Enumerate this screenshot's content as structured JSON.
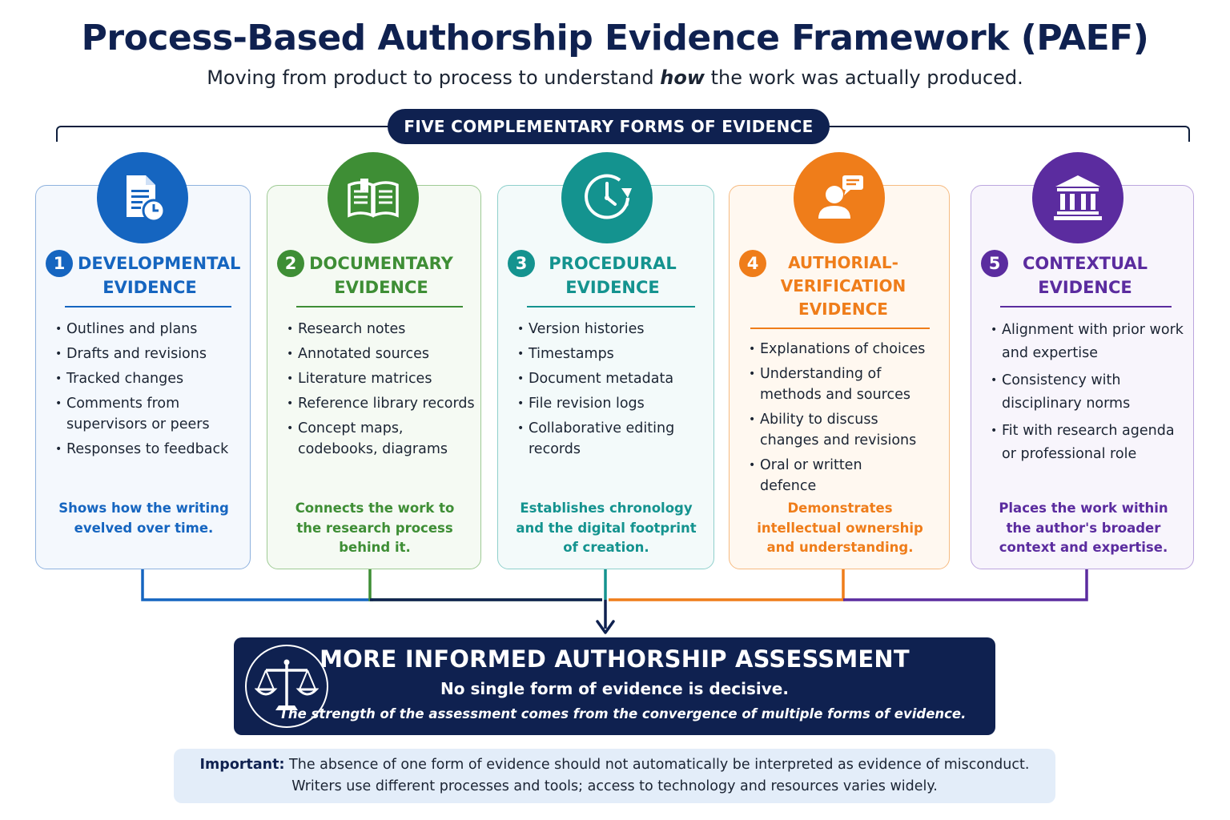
{
  "title": "Process-Based Authorship Evidence Framework (PAEF)",
  "subtitle": {
    "before": "Moving from product to process to understand ",
    "emphasis": "how",
    "after": " the work was actually produced."
  },
  "band_label": "FIVE COMPLEMENTARY FORMS OF EVIDENCE",
  "cards": [
    {
      "number": "1",
      "title": "DEVELOPMENTAL EVIDENCE",
      "icon": "document-clock-icon",
      "color": "#1565c0",
      "items": [
        "Outlines and plans",
        "Drafts and revisions",
        "Tracked changes",
        "Comments from supervisors or peers",
        "Responses to feedback"
      ],
      "summary": "Shows how the writing evelved over time."
    },
    {
      "number": "2",
      "title": "DOCUMENTARY EVIDENCE",
      "icon": "open-book-icon",
      "color": "#3e8e35",
      "items": [
        "Research notes",
        "Annotated sources",
        "Literature matrices",
        "Reference library records",
        "Concept maps, codebooks, diagrams"
      ],
      "summary": "Connects the work to the research process behind it."
    },
    {
      "number": "3",
      "title": "PROCEDURAL EVIDENCE",
      "icon": "clock-history-icon",
      "color": "#14938f",
      "items": [
        "Version histories",
        "Timestamps",
        "Document metadata",
        "File revision logs",
        "Collaborative editing records"
      ],
      "summary": "Establishes chronology and the digital footprint of creation."
    },
    {
      "number": "4",
      "title": "AUTHORIAL- VERIFICATION EVIDENCE",
      "icon": "person-speech-icon",
      "color": "#ef7d1a",
      "items": [
        "Explanations of choices",
        "Understanding of methods and sources",
        "Ability to discuss changes and revisions",
        "Oral or written defence"
      ],
      "summary": "Demonstrates intellectual ownership and understanding."
    },
    {
      "number": "5",
      "title": "CONTEXTUAL EVIDENCE",
      "icon": "institution-icon",
      "color": "#5b2c9f",
      "items": [
        "Alignment with prior work and expertise",
        "Consistency with disciplinary norms",
        "Fit with research agenda or professional role"
      ],
      "summary": "Places the work within the author's broader context and expertise."
    }
  ],
  "assessment": {
    "icon": "scales-of-justice-icon",
    "heading": "MORE INFORMED AUTHORSHIP ASSESSMENT",
    "line1": "No single form of evidence is decisive.",
    "line2": "The strength of the assessment comes from the convergence of multiple forms of evidence."
  },
  "note": {
    "label": "Important:",
    "text1": " The absence of one form of evidence should not automatically be interpreted as evidence of misconduct.",
    "text2": "Writers use different processes and tools; access to technology and resources varies widely."
  }
}
